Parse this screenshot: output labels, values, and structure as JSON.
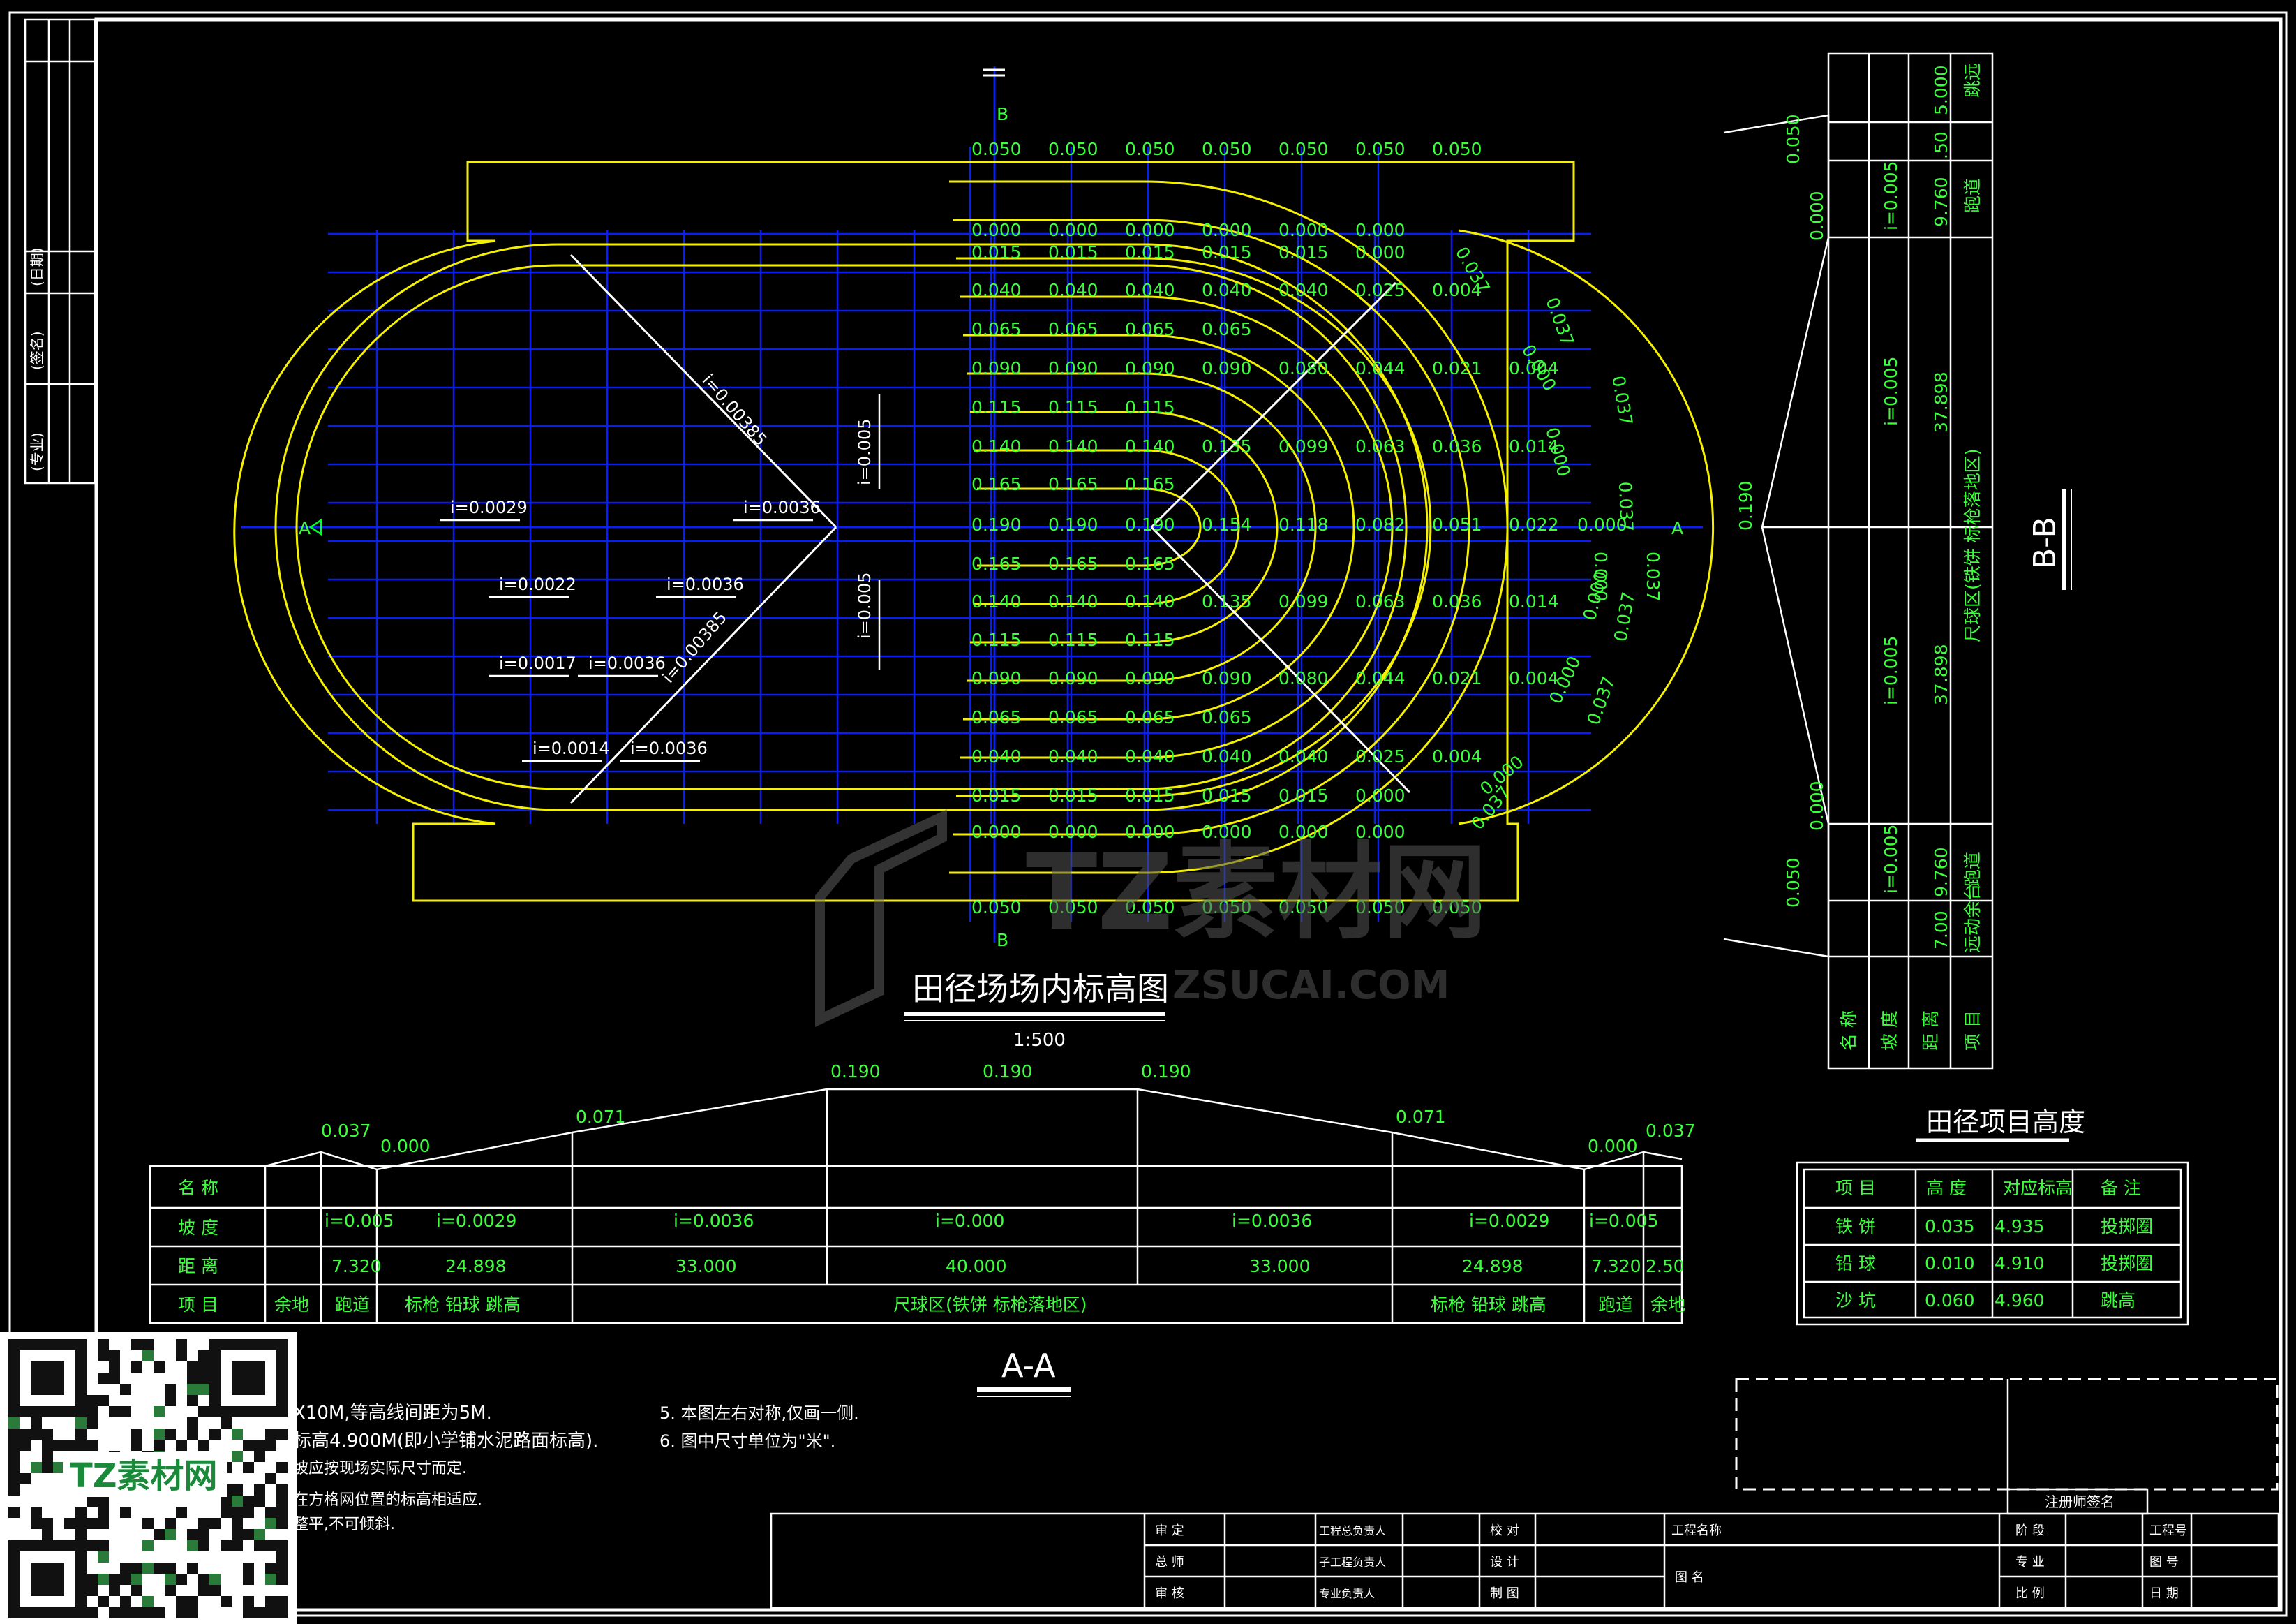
{
  "titles": {
    "plan": "田径场场内标高图",
    "plan_scale": "1:500",
    "section_aa": "A-A",
    "section_bb": "B-B",
    "height_table": "田径项目高度"
  },
  "markers": {
    "a": "A",
    "b": "B"
  },
  "plan_rows": [
    [
      "0.050",
      "0.050",
      "0.050",
      "0.050",
      "0.050",
      "0.050",
      "0.050"
    ],
    [
      "0.000",
      "0.000",
      "0.000",
      "0.000",
      "0.000",
      "0.000"
    ],
    [
      "0.015",
      "0.015",
      "0.015",
      "0.015",
      "0.015",
      "0.000"
    ],
    [
      "0.040",
      "0.040",
      "0.040",
      "0.040",
      "0.040",
      "0.025",
      "0.004"
    ],
    [
      "0.065",
      "0.065",
      "0.065",
      "0.065"
    ],
    [
      "0.090",
      "0.090",
      "0.090",
      "0.090",
      "0.080",
      "0.044",
      "0.021",
      "0.004"
    ],
    [
      "0.115",
      "0.115",
      "0.115"
    ],
    [
      "0.140",
      "0.140",
      "0.140",
      "0.135",
      "0.099",
      "0.063",
      "0.036",
      "0.014"
    ],
    [
      "0.165",
      "0.165",
      "0.165"
    ],
    [
      "0.190",
      "0.190",
      "0.190",
      "0.154",
      "0.118",
      "0.082",
      "0.051",
      "0.022",
      "0.000"
    ],
    [
      "0.165",
      "0.165",
      "0.165"
    ],
    [
      "0.140",
      "0.140",
      "0.140",
      "0.135",
      "0.099",
      "0.063",
      "0.036",
      "0.014"
    ],
    [
      "0.115",
      "0.115",
      "0.115"
    ],
    [
      "0.090",
      "0.090",
      "0.090",
      "0.090",
      "0.080",
      "0.044",
      "0.021",
      "0.004"
    ],
    [
      "0.065",
      "0.065",
      "0.065",
      "0.065"
    ],
    [
      "0.040",
      "0.040",
      "0.040",
      "0.040",
      "0.040",
      "0.025",
      "0.004"
    ],
    [
      "0.015",
      "0.015",
      "0.015",
      "0.015",
      "0.015",
      "0.000"
    ],
    [
      "0.000",
      "0.000",
      "0.000",
      "0.000",
      "0.000",
      "0.000"
    ],
    [
      "0.050",
      "0.050",
      "0.050",
      "0.050",
      "0.050",
      "0.050",
      "0.050"
    ]
  ],
  "arc_labels": [
    "0.037",
    "0.037",
    "0.000",
    "0.037",
    "0.000",
    "0.037",
    "0.000",
    "0.037",
    "0.000",
    "0.037",
    "0.000",
    "0.037",
    "0.000",
    "0.037"
  ],
  "plan_slopes": [
    "i=0.0029",
    "i=0.0036",
    "i=0.0022",
    "i=0.0036",
    "i=0.0017",
    "i=0.0036",
    "i=0.0014",
    "i=0.0036",
    "i=0.005",
    "i=0.005",
    "i=0.00385",
    "i=0.00385"
  ],
  "aa_elev": [
    "0.037",
    "0.000",
    "0.071",
    "0.190",
    "0.190",
    "0.190",
    "0.071",
    "0.000",
    "0.037"
  ],
  "aa_table": {
    "row_heads": [
      "名 称",
      "坡 度",
      "距 离",
      "项 目"
    ],
    "slope": [
      "i=0.005",
      "i=0.0029",
      "i=0.0036",
      "i=0.000",
      "i=0.0036",
      "i=0.0029",
      "i=0.005"
    ],
    "dist": [
      "7.320",
      "24.898",
      "33.000",
      "40.000",
      "33.000",
      "24.898",
      "7.320",
      "2.50"
    ],
    "items": [
      "余地",
      "跑道",
      "标枪 铅球 跳高",
      "尺球区(铁饼 标枪落地区)",
      "标枪 铅球 跳高",
      "跑道",
      "余地"
    ]
  },
  "bb": {
    "elev": [
      "0.050",
      "0.000",
      "0.190",
      "0.000",
      "0.050"
    ],
    "dist": [
      "5.000",
      ".50",
      "9.760",
      "37.898",
      "37.898",
      "9.760",
      "7.00"
    ],
    "slope": [
      "i=0.005",
      "i=0.005",
      "i=0.005",
      "i=0.005"
    ],
    "items": [
      "跳远",
      "跑道",
      "尺球区(铁饼 标枪落地区)",
      "跑道",
      "远动余台"
    ],
    "row_heads": [
      "名 称",
      "坡 度",
      "距 离",
      "项 目"
    ]
  },
  "height_table": {
    "headers": [
      "项 目",
      "高 度",
      "对应标高",
      "备 注"
    ],
    "rows": [
      [
        "铁 饼",
        "0.035",
        "4.935",
        "投掷圈"
      ],
      [
        "铅 球",
        "0.010",
        "4.910",
        "投掷圈"
      ],
      [
        "沙 坑",
        "0.060",
        "4.960",
        "跳高"
      ]
    ]
  },
  "notes": {
    "n1": "X10M,等高线间距为5M.",
    "n2": "标高4.900M(即小学铺水泥路面标高).",
    "n3": "坡应按现场实际尺寸而定.",
    "n4": "在方格网位置的标高相适应.",
    "n4b": "整平,不可倾斜.",
    "n5": "5. 本图左右对称,仅画一侧.",
    "n6": "6. 图中尺寸单位为\"米\"."
  },
  "title_block": {
    "reg": "注册师签名",
    "left": [
      "审 定",
      "总 师",
      "审 核"
    ],
    "mid": [
      "工程总负责人",
      "子工程负责人",
      "专业负责人"
    ],
    "mid2": [
      "校 对",
      "设 计",
      "制 图"
    ],
    "proj_name": "工程名称",
    "drawing_name": "图 名",
    "right": [
      "阶 段",
      "专 业",
      "比 例"
    ],
    "right2": [
      "工程号",
      "图 号",
      "日 期"
    ]
  },
  "side_block": [
    "(专业)",
    "(签名)",
    "(日期)"
  ],
  "watermark": {
    "brand": "TZ素材网",
    "url": "ZSUCAI.COM"
  }
}
